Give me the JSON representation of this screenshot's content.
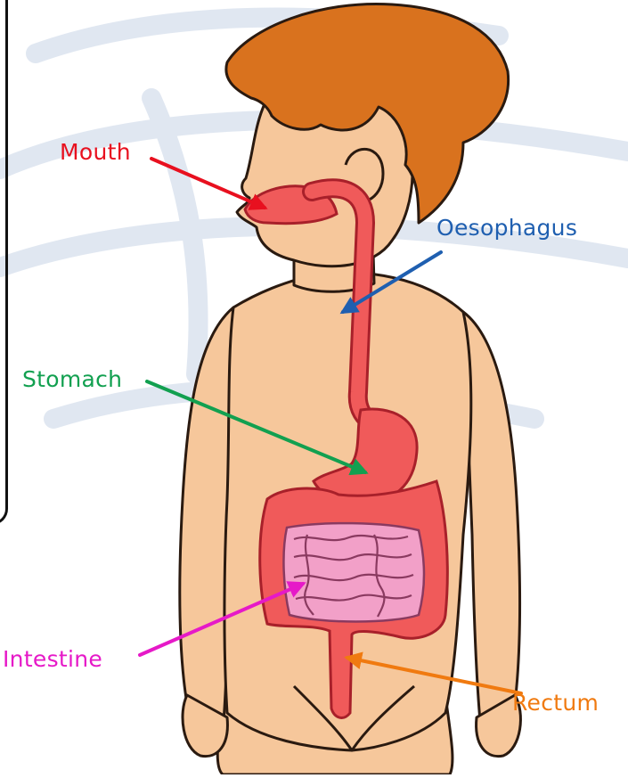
{
  "labels": {
    "mouth": "Mouth",
    "oesophagus": "Oesophagus",
    "stomach": "Stomach",
    "intestine": "Intestine",
    "rectum": "Rectum"
  },
  "colors": {
    "mouth": "#e8101f",
    "oesophagus": "#1f5fb0",
    "stomach": "#12a050",
    "intestine": "#e619c8",
    "rectum": "#f07a10",
    "skin": "#f6c79b",
    "skin_outline": "#2a1a10",
    "hair": "#d9721e",
    "gut": "#f05a5a",
    "gut_outline": "#a8202a",
    "small_intestine": "#f2a0c8",
    "watermark": "#c7d4e6"
  }
}
